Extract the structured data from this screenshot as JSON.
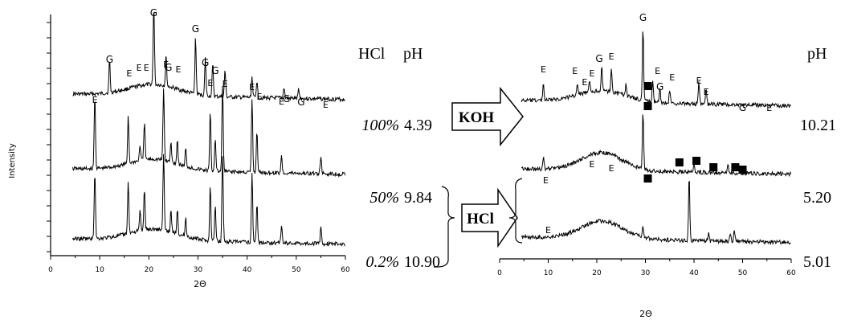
{
  "chart_data": [
    {
      "type": "line",
      "panel": "left",
      "xlabel": "2Θ",
      "ylabel": "Intensity",
      "xlim": [
        0,
        60
      ],
      "xticks": [
        "0",
        "10",
        "20",
        "30",
        "40",
        "50",
        "60"
      ],
      "column_headers": [
        "HCl",
        "pH"
      ],
      "series": [
        {
          "name": "100%",
          "hcl": "100%",
          "ph": "4.39",
          "peaks": [
            12,
            21,
            23.5,
            29.5,
            31.5,
            33,
            35.5,
            41,
            42,
            47.5,
            50.5
          ]
        },
        {
          "name": "50%",
          "hcl": "50%",
          "ph": "9.84",
          "peaks": [
            9,
            15.8,
            18.2,
            19.1,
            23,
            24.5,
            25.8,
            27.5,
            32.5,
            33.5,
            35,
            41,
            42,
            47,
            55
          ]
        },
        {
          "name": "0.2%",
          "hcl": "0.2%",
          "ph": "10.90",
          "peaks": [
            9,
            15.8,
            18.2,
            19.1,
            23,
            24.5,
            25.8,
            27.5,
            32.5,
            33.5,
            35,
            41,
            42,
            47,
            55
          ]
        }
      ],
      "peak_labels": [
        {
          "label": "E",
          "x": 9
        },
        {
          "label": "G",
          "x": 12
        },
        {
          "label": "E",
          "x": 16
        },
        {
          "label": "E",
          "x": 18
        },
        {
          "label": "E",
          "x": 19.5
        },
        {
          "label": "G",
          "x": 21
        },
        {
          "label": "E",
          "x": 23.5
        },
        {
          "label": "G",
          "x": 24
        },
        {
          "label": "E",
          "x": 26
        },
        {
          "label": "G",
          "x": 29.5
        },
        {
          "label": "G",
          "x": 31.5
        },
        {
          "label": "G",
          "x": 33.5
        },
        {
          "label": "E",
          "x": 32.5
        },
        {
          "label": "E",
          "x": 35.5
        },
        {
          "label": "E",
          "x": 41
        },
        {
          "label": "E",
          "x": 42.5
        },
        {
          "label": "E",
          "x": 47
        },
        {
          "label": "G",
          "x": 48
        },
        {
          "label": "G",
          "x": 51
        },
        {
          "label": "E",
          "x": 56
        }
      ]
    },
    {
      "type": "line",
      "panel": "right",
      "xlabel": "2Θ",
      "xlim": [
        0,
        60
      ],
      "xticks": [
        "0",
        "10",
        "20",
        "30",
        "40",
        "50",
        "60"
      ],
      "column_headers": [
        "pH"
      ],
      "series": [
        {
          "name": "10.21",
          "ph": "10.21",
          "peaks": [
            9,
            16,
            18.5,
            21,
            23,
            26,
            29.5,
            31.5,
            33,
            35,
            41,
            42.5
          ]
        },
        {
          "name": "5.20",
          "ph": "5.20",
          "peaks": [
            9,
            29.5,
            40,
            47
          ]
        },
        {
          "name": "5.01",
          "ph": "5.01",
          "peaks": [
            29.5,
            39,
            43,
            47.5,
            48.3
          ]
        }
      ],
      "peak_labels": [
        {
          "label": "E",
          "x": 9
        },
        {
          "label": "E",
          "x": 15.5
        },
        {
          "label": "E",
          "x": 17.5
        },
        {
          "label": "E",
          "x": 19
        },
        {
          "label": "G",
          "x": 20.5
        },
        {
          "label": "E",
          "x": 23
        },
        {
          "label": "G",
          "x": 29.5
        },
        {
          "label": "E",
          "x": 32.5
        },
        {
          "label": "G",
          "x": 33
        },
        {
          "label": "E",
          "x": 35.5
        },
        {
          "label": "E",
          "x": 41
        },
        {
          "label": "E",
          "x": 42.5
        },
        {
          "label": "G",
          "x": 50
        },
        {
          "label": "E",
          "x": 55.5
        },
        {
          "label": "E",
          "x": 9.5
        },
        {
          "label": "E",
          "x": 19
        },
        {
          "label": "E",
          "x": 23
        },
        {
          "label": "E",
          "x": 10
        }
      ],
      "square_markers_x": [
        30.5,
        30.5,
        37,
        40.5,
        44,
        48.5,
        50,
        30.5
      ]
    }
  ],
  "arrows": {
    "top": "KOH",
    "bottom": "HCl"
  }
}
